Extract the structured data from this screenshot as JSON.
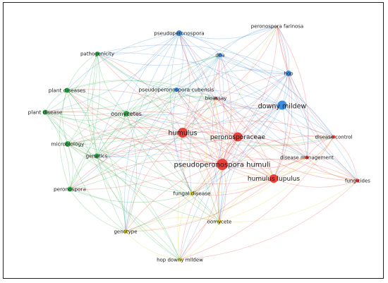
{
  "clusters": {
    "red": "#e8413a",
    "green": "#2fb04a",
    "blue": "#3b8de0",
    "yellow": "#d6d02a"
  },
  "nodes": [
    {
      "id": "pseudoperonospora",
      "label": "pseudoperonospora",
      "cluster": "blue"
    },
    {
      "id": "peronospora-farinosa",
      "label": "peronospora farinosa",
      "cluster": "blue"
    },
    {
      "id": "dna",
      "label": "dna",
      "cluster": "blue"
    },
    {
      "id": "hop",
      "label": "hop",
      "cluster": "blue"
    },
    {
      "id": "pseudoperonospora-cubensis",
      "label": "pseudoperonospora cubensis",
      "cluster": "blue"
    },
    {
      "id": "downy-mildew",
      "label": "downy mildew",
      "cluster": "blue"
    },
    {
      "id": "pathogenicity",
      "label": "pathogenicity",
      "cluster": "green"
    },
    {
      "id": "plant-diseases",
      "label": "plant diseases",
      "cluster": "green"
    },
    {
      "id": "plant-disease",
      "label": "plant disease",
      "cluster": "green"
    },
    {
      "id": "oomycetes",
      "label": "oomycetes",
      "cluster": "green"
    },
    {
      "id": "microbiology",
      "label": "microbiology",
      "cluster": "green"
    },
    {
      "id": "genetics",
      "label": "genetics",
      "cluster": "green"
    },
    {
      "id": "peronospora",
      "label": "peronospora",
      "cluster": "green"
    },
    {
      "id": "bioassay",
      "label": "bioassay",
      "cluster": "red"
    },
    {
      "id": "humulus",
      "label": "humulus",
      "cluster": "red"
    },
    {
      "id": "peronosporaceae",
      "label": "peronosporaceae",
      "cluster": "red"
    },
    {
      "id": "pseudoperonospora-humuli",
      "label": "pseudoperonospora humuli",
      "cluster": "red"
    },
    {
      "id": "humulus-lupulus",
      "label": "humulus lupulus",
      "cluster": "red"
    },
    {
      "id": "disease-control",
      "label": "disease control",
      "cluster": "red"
    },
    {
      "id": "disease-management",
      "label": "disease management",
      "cluster": "red"
    },
    {
      "id": "fungicides",
      "label": "fungicides",
      "cluster": "red"
    },
    {
      "id": "fungal-disease",
      "label": "fungal disease",
      "cluster": "yellow"
    },
    {
      "id": "oomycete",
      "label": "oomycete",
      "cluster": "yellow"
    },
    {
      "id": "genotype",
      "label": "genotype",
      "cluster": "yellow"
    },
    {
      "id": "hop-downy-mildew",
      "label": "hop downy mildew",
      "cluster": "yellow"
    }
  ]
}
